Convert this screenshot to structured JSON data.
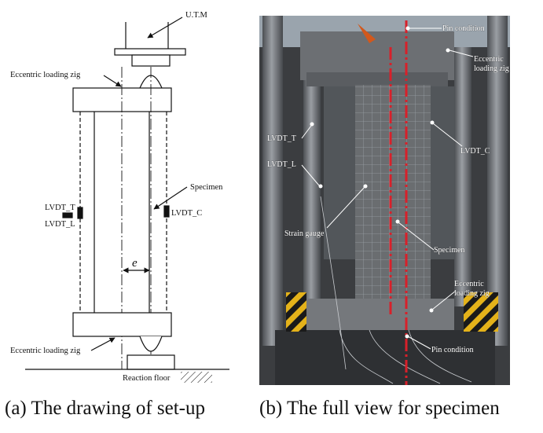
{
  "figure": {
    "caption_a": "(a) The drawing of set-up",
    "caption_b": "(b) The full view for specimen"
  },
  "drawing": {
    "labels": {
      "utm": "U.T.M",
      "eccentric_top": "Eccentric loading zig",
      "specimen": "Specimen",
      "lvdt_t": "LVDT_T",
      "lvdt_l": "LVDT_L",
      "lvdt_c": "LVDT_C",
      "eccentricity": "e",
      "eccentric_bottom": "Eccentric loading zig",
      "reaction_floor": "Reaction floor"
    }
  },
  "photo": {
    "labels": {
      "pin_top": "Pin condition",
      "eccentric_top_1": "Eccentric",
      "eccentric_top_2": "loading zig",
      "lvdt_t": "LVDT_T",
      "lvdt_l": "LVDT_L",
      "lvdt_c": "LVDT_C",
      "strain_gauge": "Strain gauge",
      "specimen": "Specimen",
      "eccentric_bottom_1": "Eccentric",
      "eccentric_bottom_2": "loading zig",
      "pin_bottom": "Pin condition"
    },
    "colors": {
      "axis_line": "#d8202a",
      "column": "#6b6e72",
      "background": "#3a3a3a"
    }
  }
}
